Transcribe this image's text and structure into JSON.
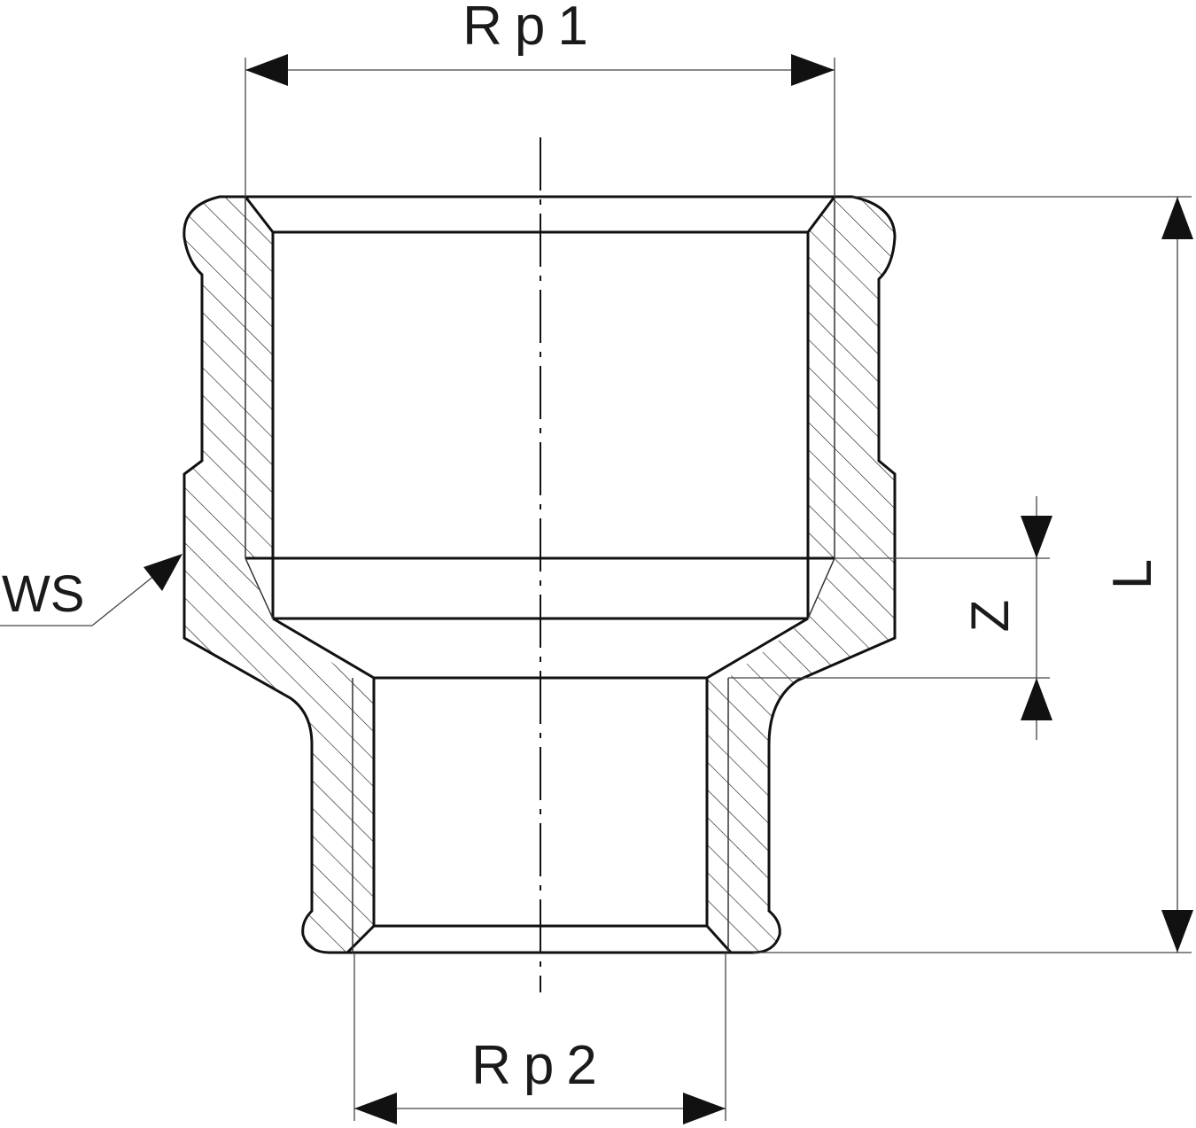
{
  "drawing": {
    "part": "reducing-socket-cross-section",
    "colors": {
      "outline": "#111111",
      "hatch": "#222222",
      "thin": "#444444",
      "background": "#ffffff"
    },
    "labels": {
      "top_diameter": "Rp1",
      "bottom_diameter": "Rp2",
      "length": "L",
      "offset": "Z",
      "marking": "WS"
    }
  }
}
